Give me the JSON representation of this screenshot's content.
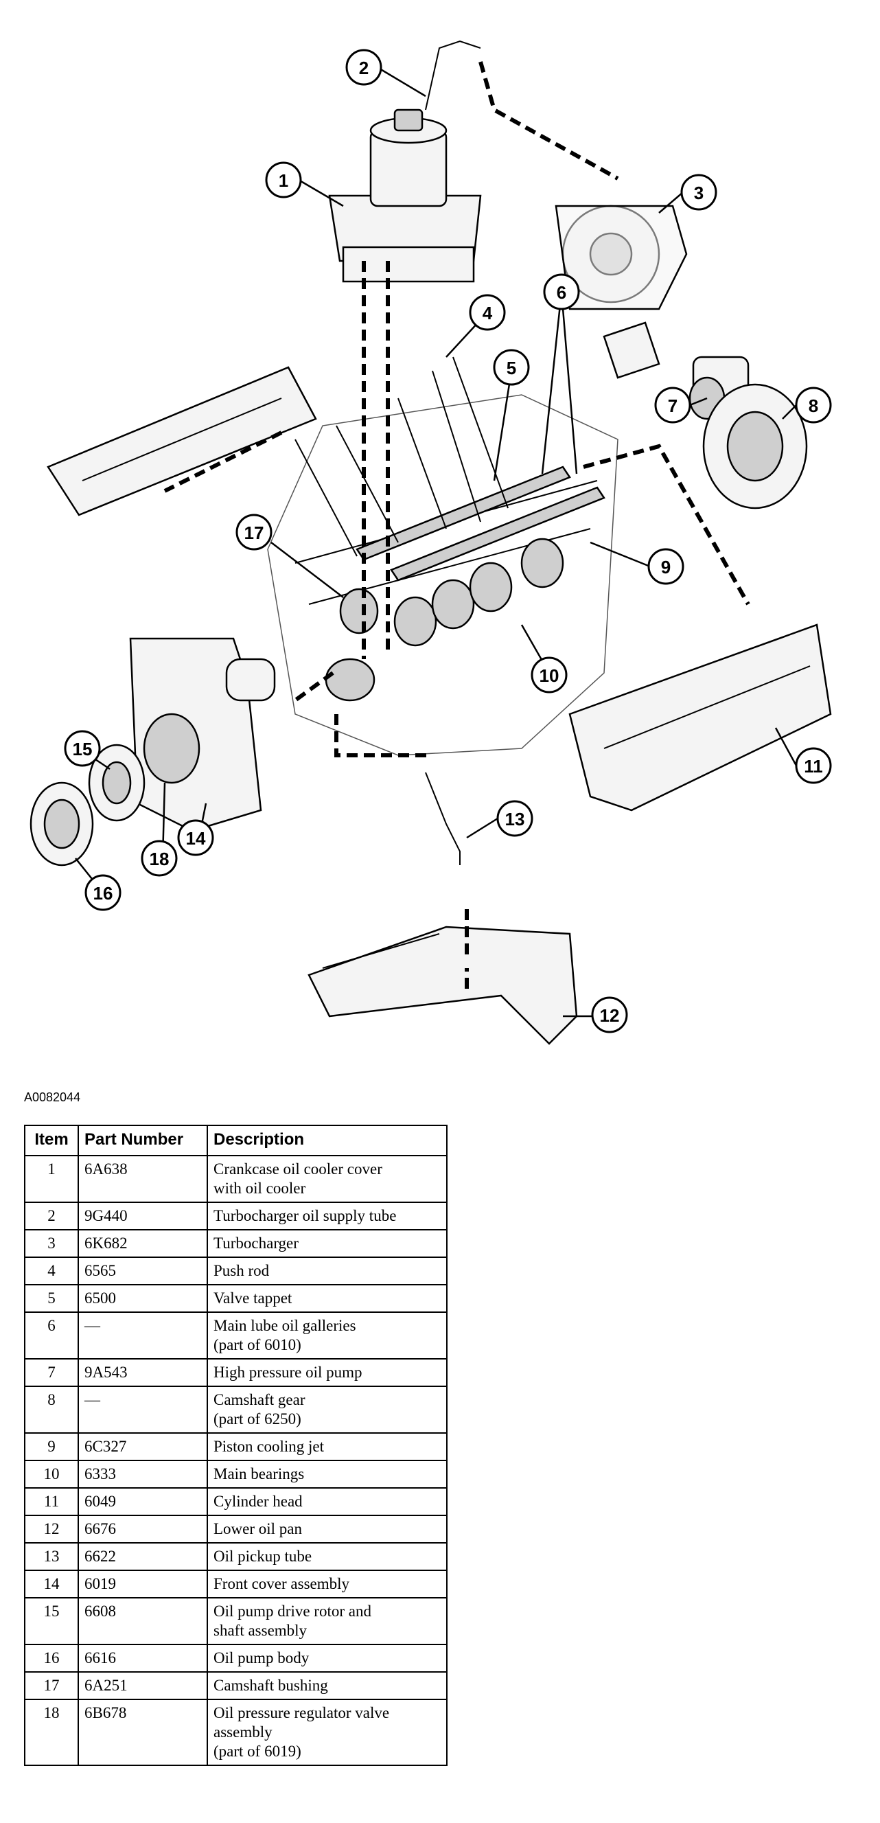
{
  "figure_id": "A0082044",
  "table": {
    "headers": {
      "item": "Item",
      "part_number": "Part Number",
      "description": "Description"
    },
    "rows": [
      {
        "item": "1",
        "part_number": "6A638",
        "description": "Crankcase oil cooler cover\nwith oil cooler"
      },
      {
        "item": "2",
        "part_number": "9G440",
        "description": "Turbocharger oil supply tube"
      },
      {
        "item": "3",
        "part_number": "6K682",
        "description": "Turbocharger"
      },
      {
        "item": "4",
        "part_number": "6565",
        "description": "Push rod"
      },
      {
        "item": "5",
        "part_number": "6500",
        "description": "Valve tappet"
      },
      {
        "item": "6",
        "part_number": "—",
        "description": "Main lube oil galleries\n (part of 6010)"
      },
      {
        "item": "7",
        "part_number": "9A543",
        "description": "High pressure oil pump"
      },
      {
        "item": "8",
        "part_number": "—",
        "description": "Camshaft gear\n (part of 6250)"
      },
      {
        "item": "9",
        "part_number": "6C327",
        "description": "Piston cooling jet"
      },
      {
        "item": "10",
        "part_number": "6333",
        "description": "Main bearings"
      },
      {
        "item": "11",
        "part_number": "6049",
        "description": "Cylinder head"
      },
      {
        "item": "12",
        "part_number": "6676",
        "description": "Lower oil pan"
      },
      {
        "item": "13",
        "part_number": "6622",
        "description": "Oil pickup tube"
      },
      {
        "item": "14",
        "part_number": "6019",
        "description": "Front cover assembly"
      },
      {
        "item": "15",
        "part_number": "6608",
        "description": "Oil pump drive rotor and\nshaft assembly"
      },
      {
        "item": "16",
        "part_number": "6616",
        "description": "Oil pump body"
      },
      {
        "item": "17",
        "part_number": "6A251",
        "description": "Camshaft bushing"
      },
      {
        "item": "18",
        "part_number": "6B678",
        "description": "Oil pressure regulator valve\nassembly\n (part of 6019)"
      }
    ]
  },
  "callouts": [
    "1",
    "2",
    "3",
    "4",
    "5",
    "6",
    "7",
    "8",
    "9",
    "10",
    "11",
    "12",
    "13",
    "14",
    "15",
    "16",
    "17",
    "18"
  ]
}
